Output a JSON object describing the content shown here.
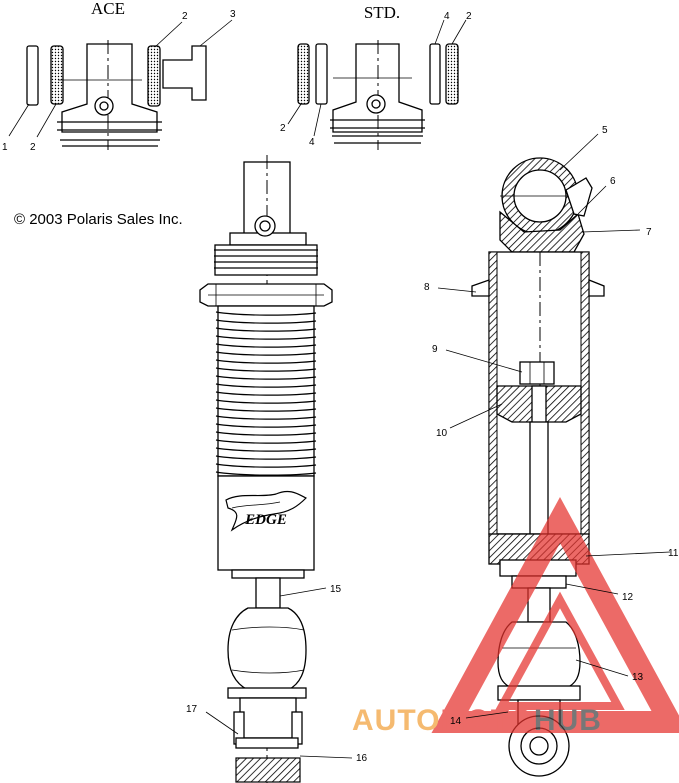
{
  "headings": {
    "ace": "ACE",
    "std": "STD."
  },
  "copyright": "© 2003 Polaris Sales Inc.",
  "watermark": {
    "text_a": "AUTO",
    "text_b": "MOTO",
    "text_c": "HUB",
    "color": "#e5322d",
    "accent": "#f2a03a"
  },
  "callouts": {
    "c1": "1",
    "c2a": "2",
    "c2b": "2",
    "c3": "3",
    "c4a": "4",
    "c2c": "2",
    "c2d": "2",
    "c4b": "4",
    "c5": "5",
    "c6": "6",
    "c7": "7",
    "c8": "8",
    "c9": "9",
    "c10": "10",
    "c11": "11",
    "c12": "12",
    "c13": "13",
    "c14": "14",
    "c15": "15",
    "c16": "16",
    "c17": "17"
  }
}
